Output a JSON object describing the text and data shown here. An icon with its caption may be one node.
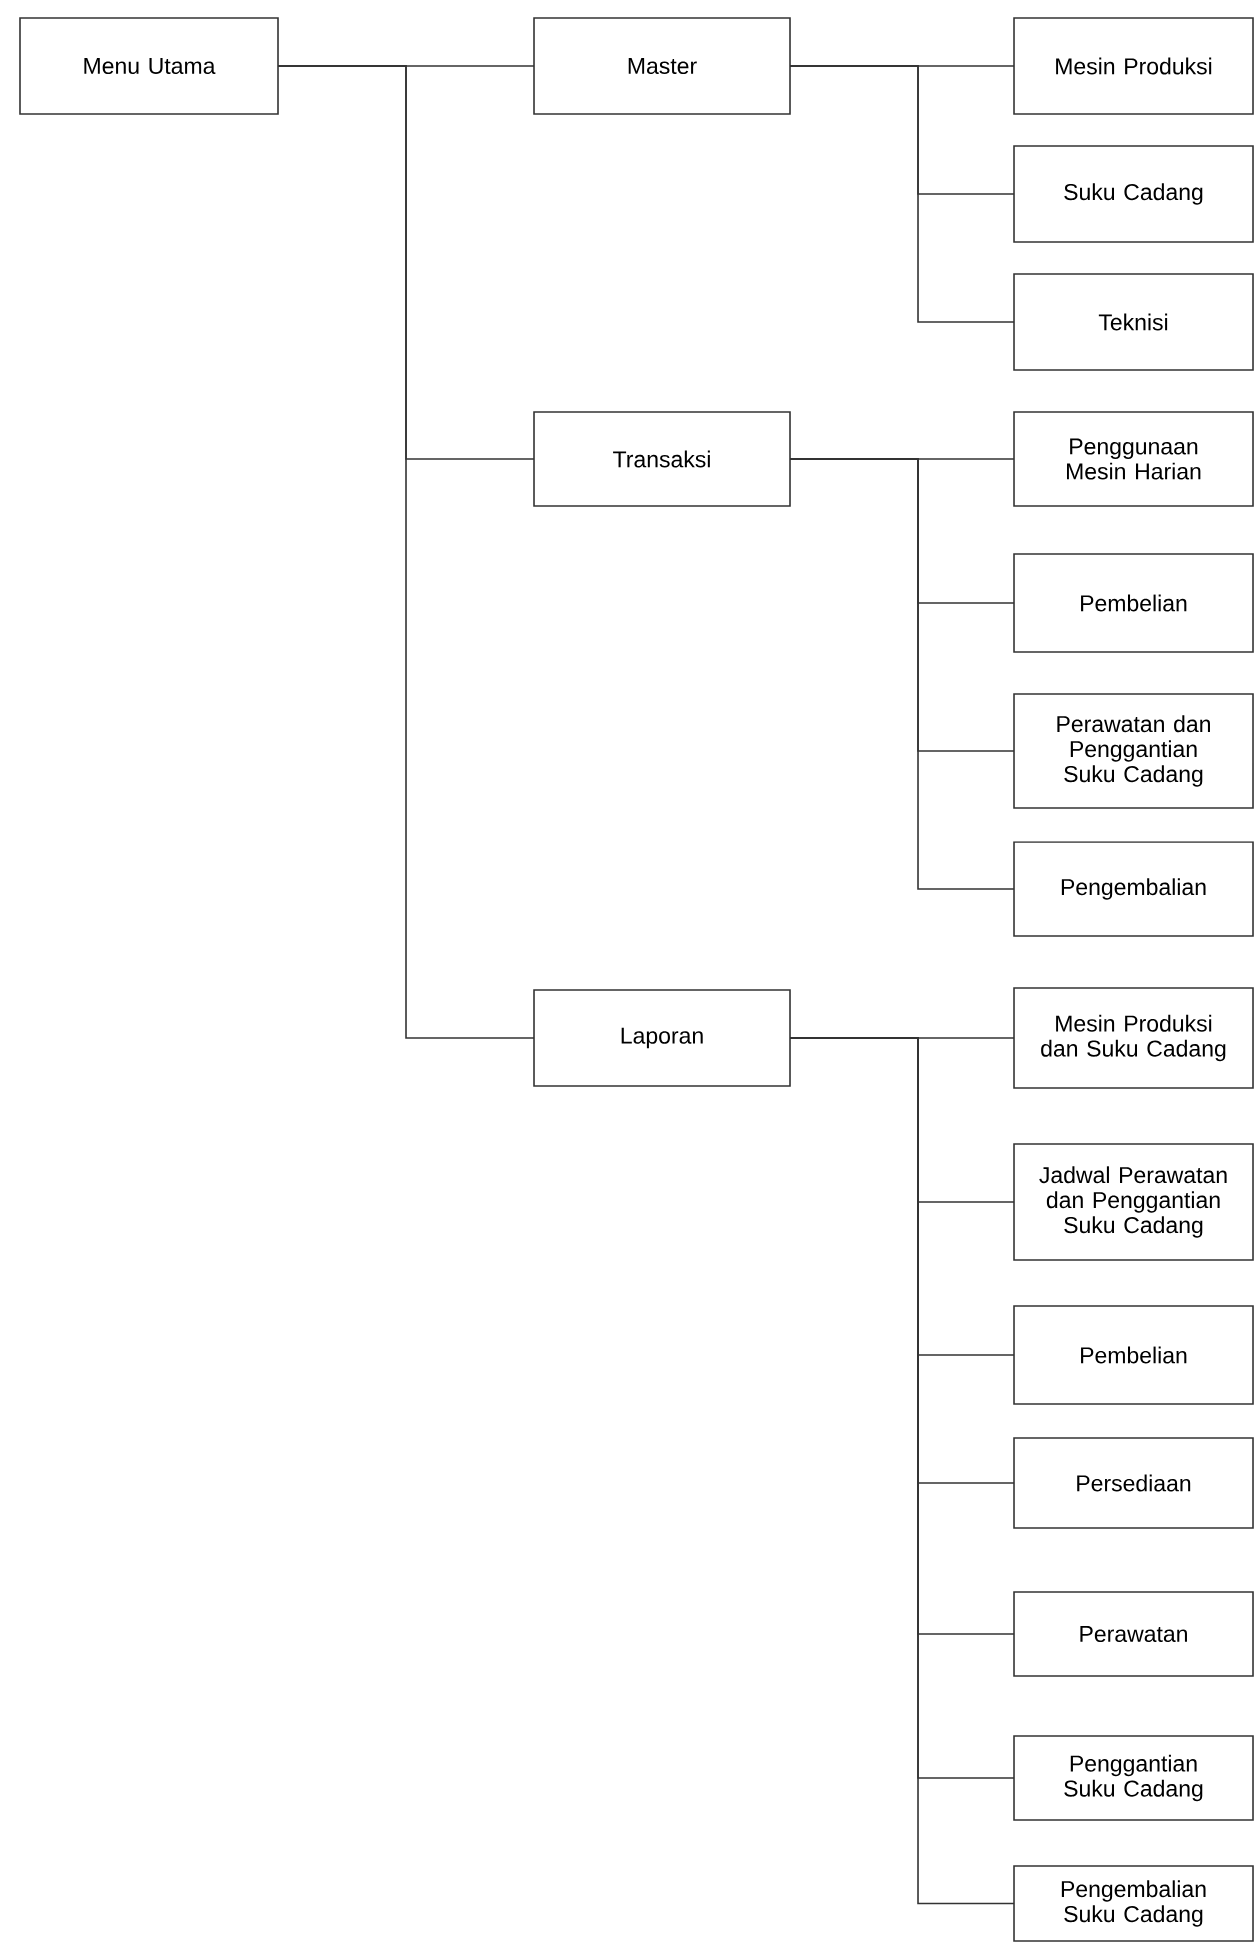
{
  "diagram": {
    "nodes": [
      {
        "text": [
          "Menu Utama"
        ]
      },
      {
        "text": [
          "Master"
        ]
      },
      {
        "text": [
          "Mesin Produksi"
        ]
      },
      {
        "text": [
          "Suku Cadang"
        ]
      },
      {
        "text": [
          "Teknisi"
        ]
      },
      {
        "text": [
          "Transaksi"
        ]
      },
      {
        "text": [
          "Penggunaan Mesin Harian"
        ]
      },
      {
        "text": [
          "Pembelian"
        ]
      },
      {
        "text": [
          "Perawatan dan Penggantian Suku Cadang"
        ]
      },
      {
        "text": [
          "Pengembalian"
        ]
      },
      {
        "text": [
          "Laporan"
        ]
      },
      {
        "text": [
          "Mesin Produksi dan Suku Cadang"
        ]
      },
      {
        "text": [
          "Jadwal Perawatan dan Penggantian Suku Cadang"
        ]
      },
      {
        "text": [
          "Pembelian"
        ]
      },
      {
        "text": [
          "Persediaan"
        ]
      },
      {
        "text": [
          "Perawatan"
        ]
      },
      {
        "text": [
          "Penggantian Suku Cadang"
        ]
      },
      {
        "text": [
          "Pengembalian Suku Cadang"
        ]
      }
    ],
    "edges": [
      {
        "from": 0,
        "to": 1,
        "arrow": "none"
      },
      {
        "from": 0,
        "to": 5,
        "arrow": "none"
      },
      {
        "from": 0,
        "to": 10,
        "arrow": "none"
      },
      {
        "from": 1,
        "to": 2,
        "arrow": "none"
      },
      {
        "from": 1,
        "to": 3,
        "arrow": "none"
      },
      {
        "from": 1,
        "to": 4,
        "arrow": "none"
      },
      {
        "from": 5,
        "to": 6,
        "arrow": "none"
      },
      {
        "from": 5,
        "to": 7,
        "arrow": "none"
      },
      {
        "from": 5,
        "to": 8,
        "arrow": "none"
      },
      {
        "from": 5,
        "to": 9,
        "arrow": "none"
      },
      {
        "from": 10,
        "to": 11,
        "arrow": "none"
      },
      {
        "from": 10,
        "to": 12,
        "arrow": "none"
      },
      {
        "from": 10,
        "to": 13,
        "arrow": "none"
      },
      {
        "from": 10,
        "to": 14,
        "arrow": "none"
      },
      {
        "from": 10,
        "to": 15,
        "arrow": "none"
      },
      {
        "from": 10,
        "to": 16,
        "arrow": "none"
      },
      {
        "from": 10,
        "to": 17,
        "arrow": "none"
      }
    ]
  }
}
